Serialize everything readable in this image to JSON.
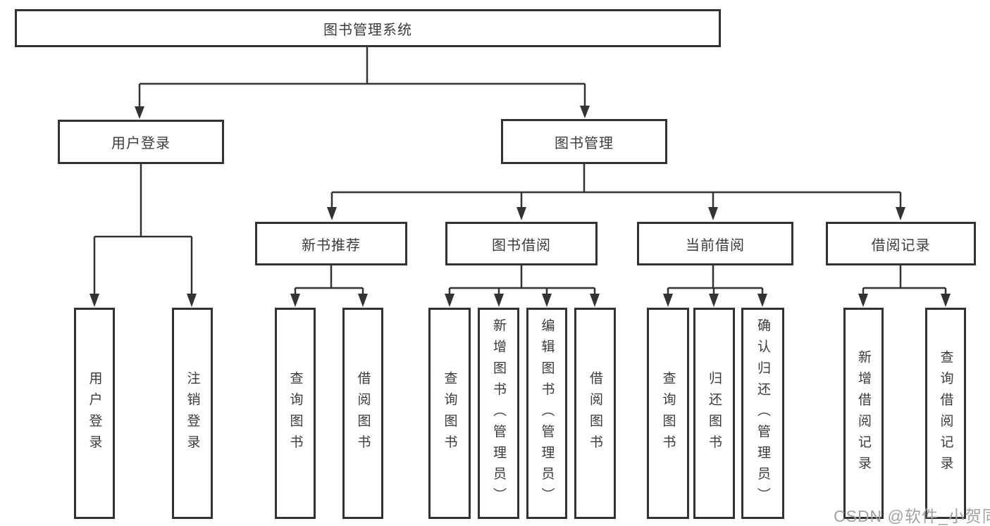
{
  "tree": {
    "label": "图书管理系统",
    "children": [
      {
        "label": "用户登录",
        "children": [
          {
            "label": "用户登录"
          },
          {
            "label": "注销登录"
          }
        ]
      },
      {
        "label": "图书管理",
        "children": [
          {
            "label": "新书推荐",
            "children": [
              {
                "label": "查询图书"
              },
              {
                "label": "借阅图书"
              }
            ]
          },
          {
            "label": "图书借阅",
            "children": [
              {
                "label": "查询图书"
              },
              {
                "label": "新增图书（管理员）"
              },
              {
                "label": "编辑图书（管理员）"
              },
              {
                "label": "借阅图书"
              }
            ]
          },
          {
            "label": "当前借阅",
            "children": [
              {
                "label": "查询图书"
              },
              {
                "label": "归还图书"
              },
              {
                "label": "确认归还（管理员）"
              }
            ]
          },
          {
            "label": "借阅记录",
            "children": [
              {
                "label": "新增借阅记录"
              },
              {
                "label": "查询借阅记录"
              }
            ]
          }
        ]
      }
    ]
  },
  "watermark": "CSDN @软件_小贺同学",
  "colors": {
    "line": "#333333",
    "text": "#3b3b3b",
    "box_background": "#ffffff",
    "watermark": "#a2a2a2"
  }
}
